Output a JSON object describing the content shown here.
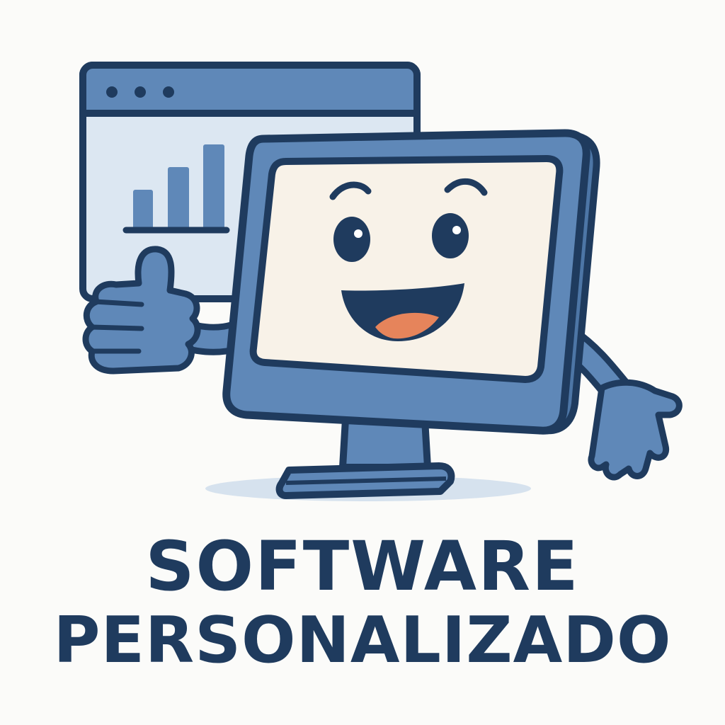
{
  "headline": {
    "line1": "SOFTWARE",
    "line2": "PERSONALIZADO"
  },
  "colors": {
    "outline": "#1f3b5e",
    "primary_blue": "#5f88b8",
    "light_blue": "#dce7f2",
    "screen_face": "#f8f2e8",
    "tongue": "#e6845b",
    "shadow": "#d6e2ee",
    "background": "#fbfbf9"
  },
  "icons": {
    "browser_window": "browser-window-icon",
    "bar_chart": "bar-chart-icon",
    "mascot": "computer-mascot",
    "thumbs_up": "thumbs-up-hand",
    "open_hand": "open-hand"
  }
}
